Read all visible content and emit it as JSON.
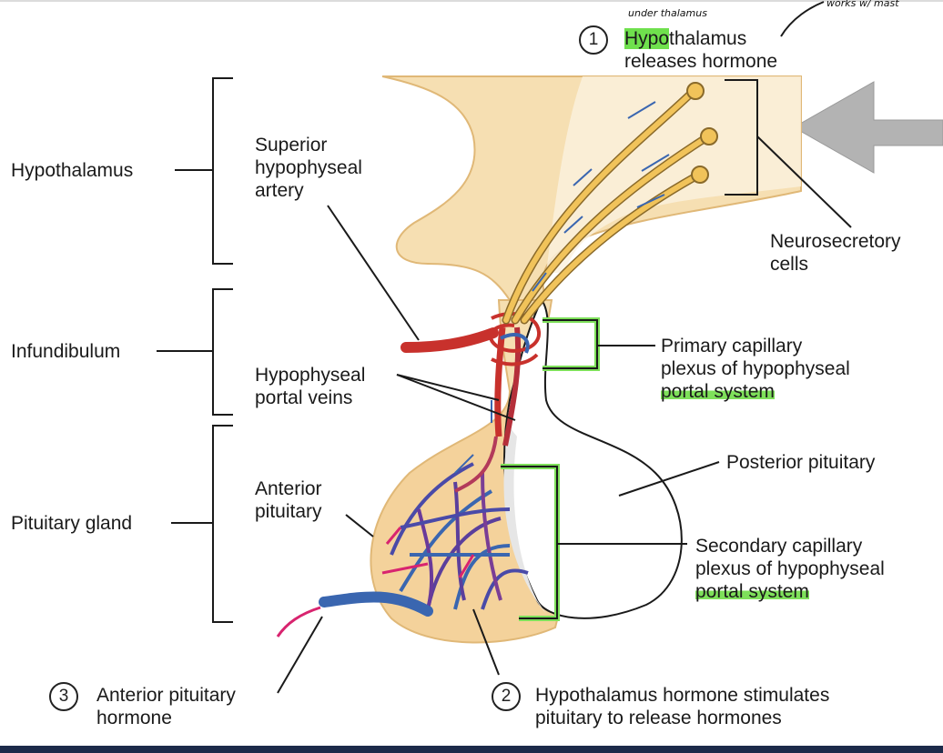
{
  "labels": {
    "hypothalamus": "Hypothalamus",
    "infundibulum": "Infundibulum",
    "pituitary_gland": "Pituitary gland",
    "superior_artery": [
      "Superior",
      "hypophyseal",
      "artery"
    ],
    "portal_veins": [
      "Hypophyseal",
      "portal veins"
    ],
    "anterior_pituitary": [
      "Anterior",
      "pituitary"
    ],
    "neurosecretory": [
      "Neurosecretory",
      "cells"
    ],
    "primary_plexus": [
      "Primary capillary",
      "plexus of hypophyseal",
      "portal system"
    ],
    "posterior_pituitary": "Posterior pituitary",
    "secondary_plexus": [
      "Secondary capillary",
      "plexus of hypophyseal",
      "portal system"
    ]
  },
  "steps": {
    "step1": {
      "number": "1",
      "line1_highlight": "Hypo",
      "line1_rest": "thalamus",
      "line2": "releases hormone"
    },
    "step2": {
      "number": "2",
      "line1": "Hypothalamus hormone stimulates",
      "line2": "pituitary to release hormones"
    },
    "step3": {
      "number": "3",
      "line1": "Anterior pituitary",
      "line2": "hormone"
    }
  },
  "annotations": {
    "under_thalamus": "under thalamus",
    "works_with": "works w/ mast"
  },
  "colors": {
    "tissue": "#f6dfb2",
    "tissue_edge": "#e0b877",
    "artery": "#c8312c",
    "vein": "#3a66b0",
    "nerve_fiber": "#f1c35a",
    "highlight": "#7ee05a",
    "arrow_magenta": "#d8246f"
  }
}
